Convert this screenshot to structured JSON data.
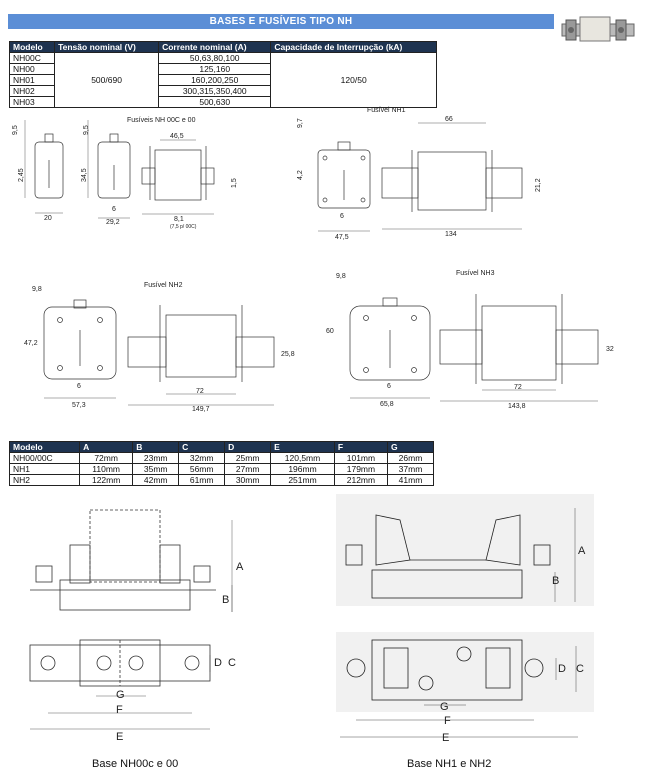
{
  "title": "BASES E FUSÍVEIS TIPO NH",
  "table1": {
    "headers": [
      "Modelo",
      "Tensão nominal (V)",
      "Corrente nominal (A)",
      "Capacidade de Interrupção (kA)"
    ],
    "models": [
      "NH00C",
      "NH00",
      "NH01",
      "NH02",
      "NH03"
    ],
    "voltage": "500/690",
    "currents": [
      "50,63,80,100",
      "125,160",
      "160,200,250",
      "300,315,350,400",
      "500,630"
    ],
    "capacity": "120/50"
  },
  "drawings": {
    "nh00_label": "Fusíveis NH 00C e 00",
    "nh00_dims": [
      "9,5",
      "9,5",
      "2,45",
      "34,5",
      "20",
      "29,2",
      "6",
      "46,5",
      "1,5",
      "8,1",
      "(7,5 p/ 00C)"
    ],
    "nh1_label": "Fusível NH1",
    "nh1_dims": [
      "9,7",
      "4,2",
      "6",
      "47,5",
      "66",
      "21,2",
      "134"
    ],
    "nh2_label": "Fusível NH2",
    "nh2_dims": [
      "9,8",
      "47,2",
      "6",
      "57,3",
      "72",
      "25,8",
      "149,7"
    ],
    "nh3_label": "Fusível NH3",
    "nh3_dims": [
      "9,8",
      "60",
      "6",
      "65,8",
      "72",
      "32",
      "143,8"
    ]
  },
  "table2": {
    "headers": [
      "Modelo",
      "A",
      "B",
      "C",
      "D",
      "E",
      "F",
      "G"
    ],
    "rows": [
      [
        "NH00/00C",
        "72mm",
        "23mm",
        "32mm",
        "25mm",
        "120,5mm",
        "101mm",
        "26mm"
      ],
      [
        "NH1",
        "110mm",
        "35mm",
        "56mm",
        "27mm",
        "196mm",
        "179mm",
        "37mm"
      ],
      [
        "NH2",
        "122mm",
        "42mm",
        "61mm",
        "30mm",
        "251mm",
        "212mm",
        "41mm"
      ]
    ]
  },
  "bases": {
    "letters": [
      "A",
      "B",
      "C",
      "D",
      "E",
      "F",
      "G"
    ],
    "left_caption": "Base NH00c e 00",
    "right_caption": "Base NH1 e NH2"
  }
}
